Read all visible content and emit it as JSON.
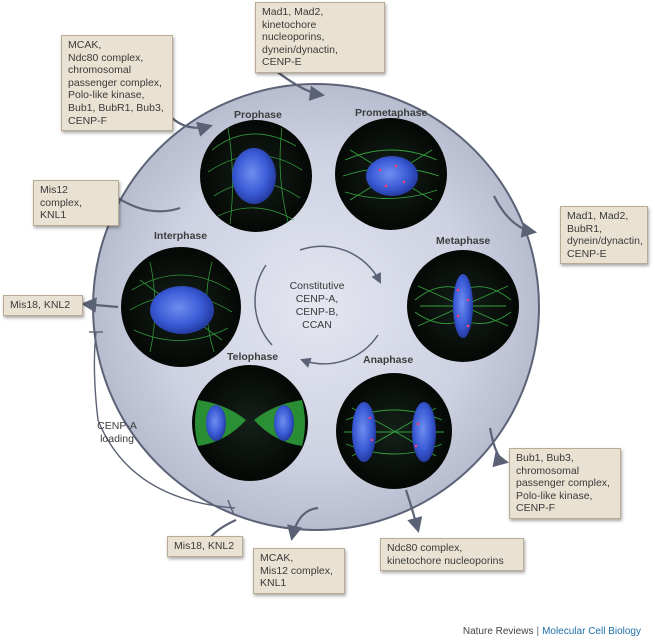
{
  "phases": {
    "prophase": "Prophase",
    "prometaphase": "Prometaphase",
    "metaphase": "Metaphase",
    "anaphase": "Anaphase",
    "telophase": "Telophase",
    "interphase": "Interphase"
  },
  "center_label": "Constitutive\nCENP-A,\nCENP-B,\nCCAN",
  "boxes": {
    "prophase_in": "MCAK,\nNdc80 complex,\nchromosomal\npassenger complex,\nPolo-like kinase,\nBub1, BubR1, Bub3,\nCENP-F",
    "prometaphase_in": "Mad1, Mad2,\nkinetochore nucleoporins,\ndynein/dynactin,\nCENP-E",
    "prophase_mis12": "Mis12 complex,\nKNL1",
    "metaphase_out": "Mad1, Mad2,\nBubR1,\ndynein/dynactin,\nCENP-E",
    "interphase_out": "Mis18, KNL2",
    "anaphase_out": "Bub1, Bub3,\nchromosomal\npassenger complex,\nPolo-like kinase,\nCENP-F",
    "ndc80_out": "Ndc80 complex,\nkinetochore nucleoporins",
    "mcak_out": "MCAK,\nMis12 complex,\nKNL1",
    "mis18_in": "Mis18, KNL2"
  },
  "loading_label": "CENP-A\nloading",
  "footer": {
    "publisher": "Nature Reviews",
    "separator": "|",
    "journal": "Molecular Cell Biology"
  },
  "colors": {
    "cycle_circle": "#c9cdde",
    "cycle_border": "#5c6377",
    "arrow": "#5b6275",
    "box_bg": "#e9e2d2",
    "microtubule_green": "#3ec24a",
    "chromatin_blue": "#3a5bd6",
    "kinetochore_red": "#e0447a",
    "journal_blue": "#1f6fa8"
  }
}
